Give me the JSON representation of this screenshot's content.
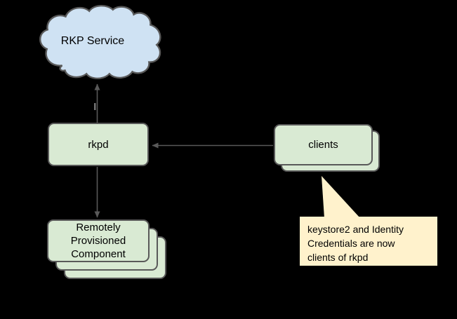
{
  "diagram": {
    "background_color": "#000000",
    "border_color": "#595959",
    "arrow_color": "#595959",
    "text_color": "#000000",
    "nodes": {
      "rkp_service": {
        "label": "RKP Service",
        "shape": "cloud",
        "fill": "#cfe2f3"
      },
      "rkpd": {
        "label": "rkpd",
        "shape": "rounded-rectangle",
        "fill": "#d9ead3"
      },
      "clients": {
        "label": "clients",
        "shape": "stacked-rounded-rectangles",
        "stack_count": 2,
        "fill": "#d9ead3"
      },
      "remotely_provisioned_component": {
        "label": "Remotely Provisioned Component",
        "lines": [
          "Remotely",
          "Provisioned",
          "Component"
        ],
        "shape": "stacked-rounded-rectangles",
        "stack_count": 3,
        "fill": "#d9ead3"
      }
    },
    "callout": {
      "text": "keystore2 and Identity Credentials are now clients of rkpd",
      "lines": [
        "keystore2 and Identity",
        "Credentials are now",
        "clients of rkpd"
      ],
      "fill": "#fff2cc",
      "points_to": "clients"
    },
    "edges": [
      {
        "from": "rkpd",
        "to": "rkp_service",
        "arrowhead_at": "rkp_service"
      },
      {
        "from": "clients",
        "to": "rkpd",
        "arrowhead_at": "rkpd"
      },
      {
        "from": "rkpd",
        "to": "remotely_provisioned_component",
        "arrowhead_at": "remotely_provisioned_component"
      }
    ]
  }
}
